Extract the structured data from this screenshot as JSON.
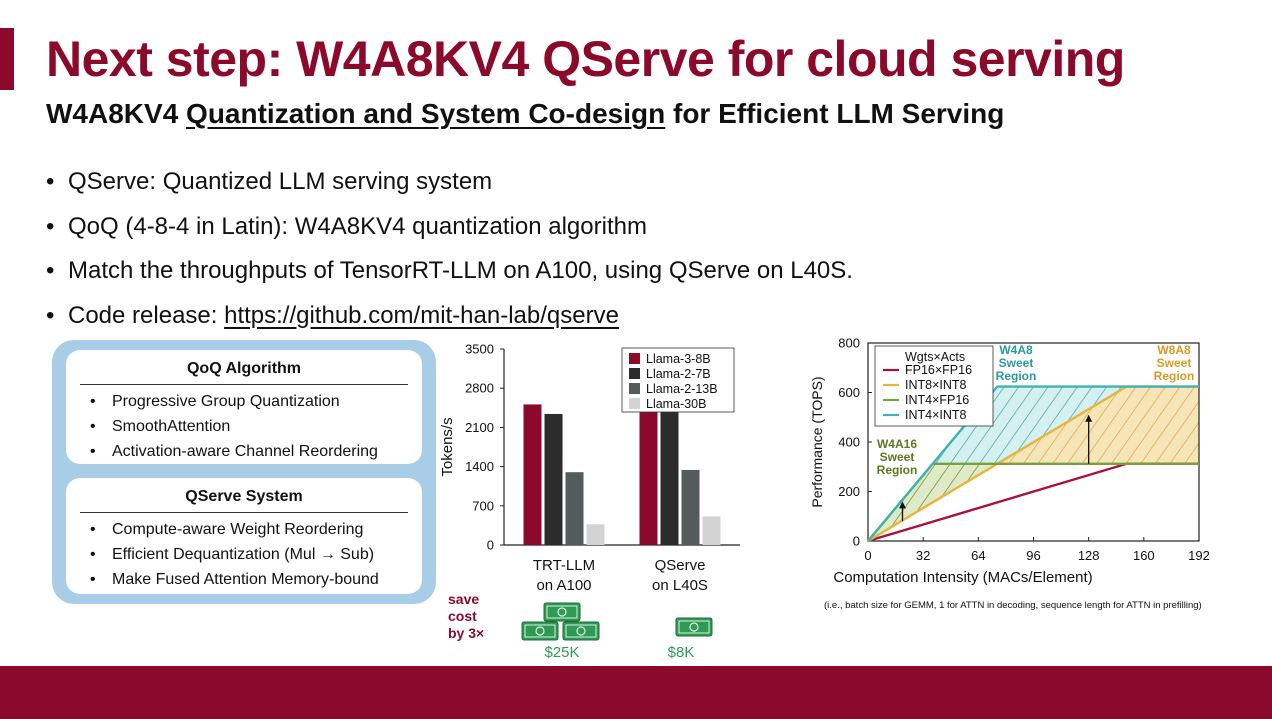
{
  "slide": {
    "title": "Next step: W4A8KV4 QServe for cloud serving",
    "subtitle_pre": "W4A8KV4 ",
    "subtitle_underlined": "Quantization and System Co-design",
    "subtitle_post": " for Efficient LLM Serving",
    "bullets": [
      "QServe: Quantized LLM serving system",
      "QoQ (4-8-4 in Latin): W4A8KV4 quantization algorithm",
      "Match the throughputs of TensorRT-LLM on A100, using QServe on L40S."
    ],
    "code_release_label": "Code release: ",
    "code_release_url": "https://github.com/mit-han-lab/qserve",
    "colors": {
      "brand": "#8b0a2b",
      "panel": "#a9cde6"
    }
  },
  "design_panel": {
    "qoq": {
      "title": "QoQ Algorithm",
      "items": [
        "Progressive Group Quantization",
        "SmoothAttention",
        "Activation-aware Channel Reordering"
      ]
    },
    "system": {
      "title": "QServe System",
      "items": [
        "Compute-aware Weight Reordering",
        "Efficient Dequantization (Mul → Sub)",
        "Make Fused Attention Memory-bound"
      ]
    }
  },
  "cost": {
    "save_lines": [
      "save",
      "cost",
      "by 3×"
    ],
    "a100_price": "$25K",
    "l40s_price": "$8K",
    "money_icon": "banknote-icon"
  },
  "roofline_note": "(i.e., batch size for GEMM, 1 for ATTN in decoding, sequence length for ATTN in prefilling)",
  "chart_data": [
    {
      "type": "bar",
      "title": "",
      "xlabel": "",
      "ylabel": "Tokens/s",
      "ylim": [
        0,
        3500
      ],
      "yticks": [
        0,
        700,
        1400,
        2100,
        2800,
        3500
      ],
      "categories": [
        "TRT-LLM\non A100",
        "QServe\non L40S"
      ],
      "category_lines": [
        [
          "TRT-LLM",
          "on A100"
        ],
        [
          "QServe",
          "on L40S"
        ]
      ],
      "series": [
        {
          "name": "Llama-3-8B",
          "values": [
            2510,
            3380
          ],
          "color": "#8b0a2b"
        },
        {
          "name": "Llama-2-7B",
          "values": [
            2340,
            3100
          ],
          "color": "#2c2c2c"
        },
        {
          "name": "Llama-2-13B",
          "values": [
            1300,
            1340
          ],
          "color": "#555a5a"
        },
        {
          "name": "Llama-30B",
          "values": [
            370,
            510
          ],
          "color": "#d3d3d3"
        }
      ],
      "legend": "top-right",
      "grid": false
    },
    {
      "type": "line",
      "title": "",
      "xlabel": "Computation Intensity (MACs/Element)",
      "ylabel": "Performance (TOPS)",
      "xlim": [
        0,
        192
      ],
      "ylim": [
        0,
        800
      ],
      "xticks": [
        0,
        32,
        64,
        96,
        128,
        160,
        192
      ],
      "yticks": [
        0,
        200,
        400,
        600,
        800
      ],
      "legend_title": "Wgts×Acts",
      "legend": "top-left",
      "grid": false,
      "series": [
        {
          "name": "FP16×FP16",
          "color": "#a8123e",
          "x": [
            0,
            150,
            192
          ],
          "y": [
            0,
            312,
            312
          ]
        },
        {
          "name": "INT8×INT8",
          "color": "#e8b43a",
          "x": [
            0,
            150,
            192
          ],
          "y": [
            0,
            624,
            624
          ]
        },
        {
          "name": "INT4×FP16",
          "color": "#7aa03a",
          "x": [
            0,
            37.5,
            192
          ],
          "y": [
            0,
            312,
            312
          ]
        },
        {
          "name": "INT4×INT8",
          "color": "#3fb3b3",
          "x": [
            0,
            75,
            192
          ],
          "y": [
            0,
            624,
            624
          ]
        }
      ],
      "regions": [
        {
          "label_lines": [
            "W4A16",
            "Sweet",
            "Region"
          ],
          "color": "#5b7a1e",
          "fill": "#dbe8c0"
        },
        {
          "label_lines": [
            "W4A8",
            "Sweet",
            "Region"
          ],
          "color": "#2a9a9a",
          "fill": "#cfeeee"
        },
        {
          "label_lines": [
            "W8A8",
            "Sweet",
            "Region"
          ],
          "color": "#d79a22",
          "fill": "#f4e2b0"
        }
      ]
    }
  ]
}
